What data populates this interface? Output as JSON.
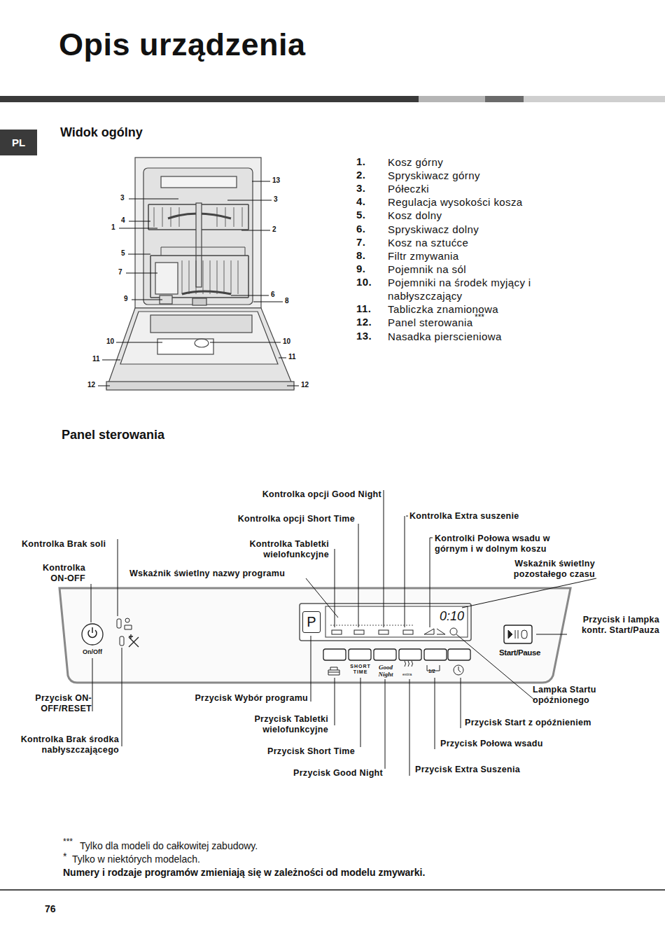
{
  "diagram": {
    "title": "Opis urządzenia",
    "nodes": [
      {
        "text": [
          "PL"
        ]
      },
      {
        "text": [
          "P"
        ]
      }
    ],
    "labels": [
      "Widok ogólny",
      "3",
      "4",
      "1",
      "5",
      "7",
      "9",
      "10",
      "11",
      "12",
      "13",
      "3",
      "2",
      "6",
      "8",
      "10",
      "11",
      "12",
      "1.",
      "Kosz górny",
      "2.",
      "Spryskiwacz górny",
      "3.",
      "Półeczki",
      "4.",
      "Regulacja wysokości kosza",
      "5.",
      "Kosz dolny",
      "6.",
      "Spryskiwacz dolny",
      "7.",
      "Kosz na sztućce",
      "8.",
      "Filtr zmywania",
      "9.",
      "Pojemnik na sól",
      "10.",
      "Pojemniki na środek myjący i nabłyszczający",
      "11.",
      "Tabliczka znamionowa",
      "12.",
      "Panel sterowania",
      "***",
      "13.",
      "Nasadka pierscieniowa",
      "Panel sterowania",
      "Kontrolka opcji Good Night",
      "Kontrolka opcji Short Time",
      "Kontrolka Brak soli",
      "Kontrolka Tabletki wielofunkcyjne",
      "Kontrolka ON-OFF",
      "Wskaźnik świetlny nazwy programu",
      "Kontrolka Extra suszenie",
      "Kontrolki Połowa wsadu w górnym i w dolnym koszu",
      "Wskaźnik świetlny pozostałego czasu",
      "Przycisk i lampka kontr. Start/Pauza",
      "Przycisk ON-OFF/RESET",
      "Przycisk Wybór programu",
      "Przycisk Tabletki wielofunkcyjne",
      "Kontrolka Brak środka nabłyszczającego",
      "Przycisk Short Time",
      "Przycisk Good Night",
      "Przycisk Extra Suszenia",
      "Przycisk Połowa wsadu",
      "Przycisk Start z opóźnieniem",
      "Lampka Startu opóźnionego",
      "On/Off",
      "0:10",
      "SHORT TIME",
      "Good Night",
      "extra",
      "1/2",
      "Start/Pause",
      "***",
      "Tylko dla modeli do całkowitej zabudowy.",
      "*",
      "Tylko w niektórych modelach.",
      "Numery i rodzaje programów zmieniają się w zależności od modelu zmywarki.",
      "76"
    ]
  }
}
